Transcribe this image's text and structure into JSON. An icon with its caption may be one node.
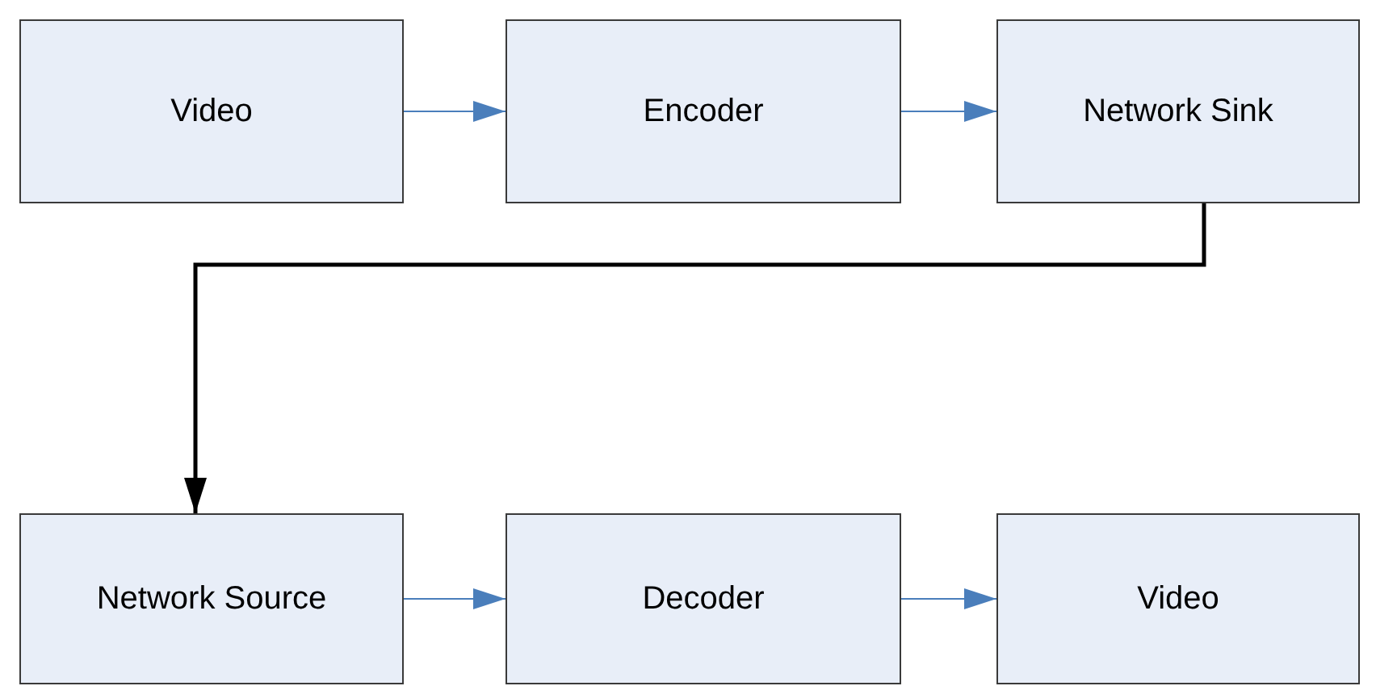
{
  "diagram": {
    "nodes": [
      {
        "text": [
          "Video"
        ]
      },
      {
        "text": [
          "Encoder"
        ]
      },
      {
        "text": [
          "Network Sink"
        ]
      },
      {
        "text": [
          "Network Source"
        ]
      },
      {
        "text": [
          "Decoder"
        ]
      },
      {
        "text": [
          "Video"
        ]
      }
    ],
    "edges": [
      {
        "from": 0,
        "to": 1,
        "arrow": "to"
      },
      {
        "from": 1,
        "to": 2,
        "arrow": "to"
      },
      {
        "from": 2,
        "to": 3,
        "arrow": "to",
        "style": "thick",
        "color": "#000000"
      },
      {
        "from": 3,
        "to": 4,
        "arrow": "to"
      },
      {
        "from": 4,
        "to": 5,
        "arrow": "to"
      }
    ]
  }
}
